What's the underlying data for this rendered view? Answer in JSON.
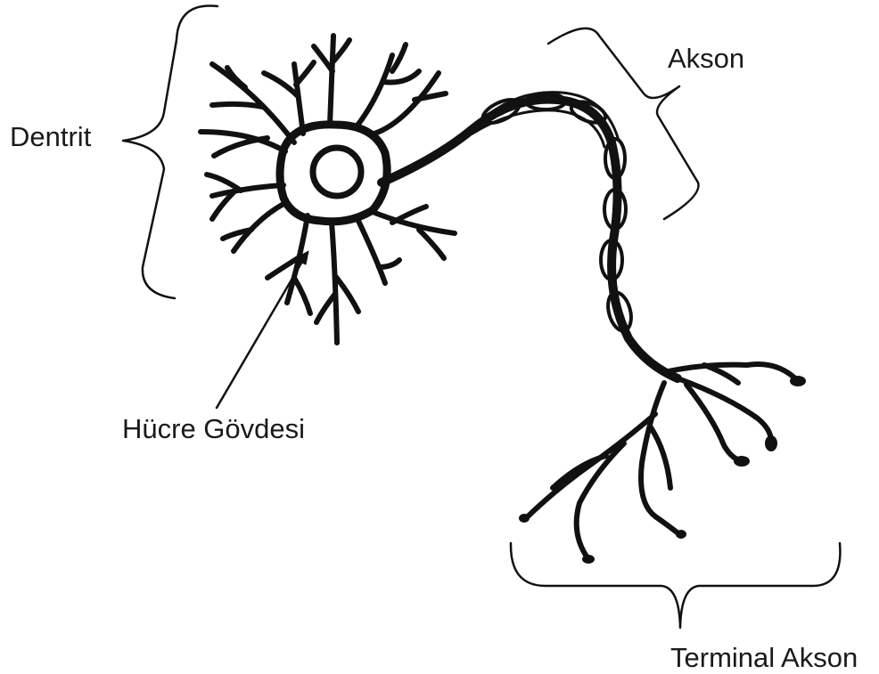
{
  "labels": {
    "dentrit": "Dentrit",
    "akson": "Akson",
    "hucre_govdesi": "Hücre Gövdesi",
    "terminal_akson": "Terminal Akson"
  },
  "colors": {
    "ink": "#111111",
    "background": "#ffffff"
  }
}
